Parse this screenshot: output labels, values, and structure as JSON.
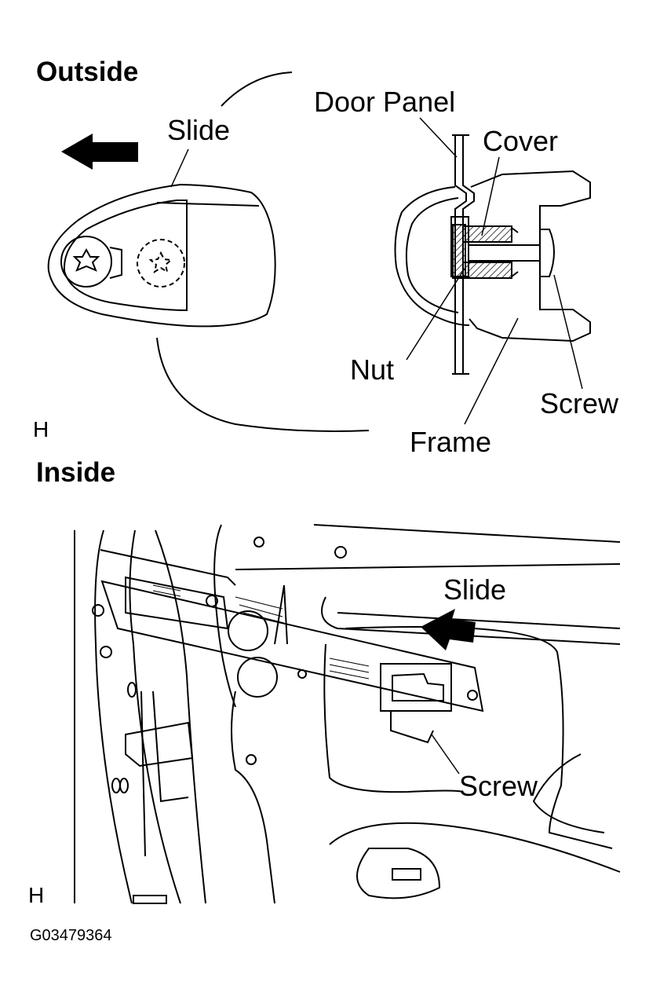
{
  "top": {
    "heading": "Outside",
    "labels": {
      "slide": "Slide",
      "door_panel": "Door Panel",
      "cover": "Cover",
      "nut": "Nut",
      "screw": "Screw",
      "frame": "Frame"
    },
    "view_mark": "H"
  },
  "bottom": {
    "heading": "Inside",
    "labels": {
      "slide": "Slide",
      "screw": "Screw"
    },
    "view_mark": "H"
  },
  "figure_code": "G03479364"
}
